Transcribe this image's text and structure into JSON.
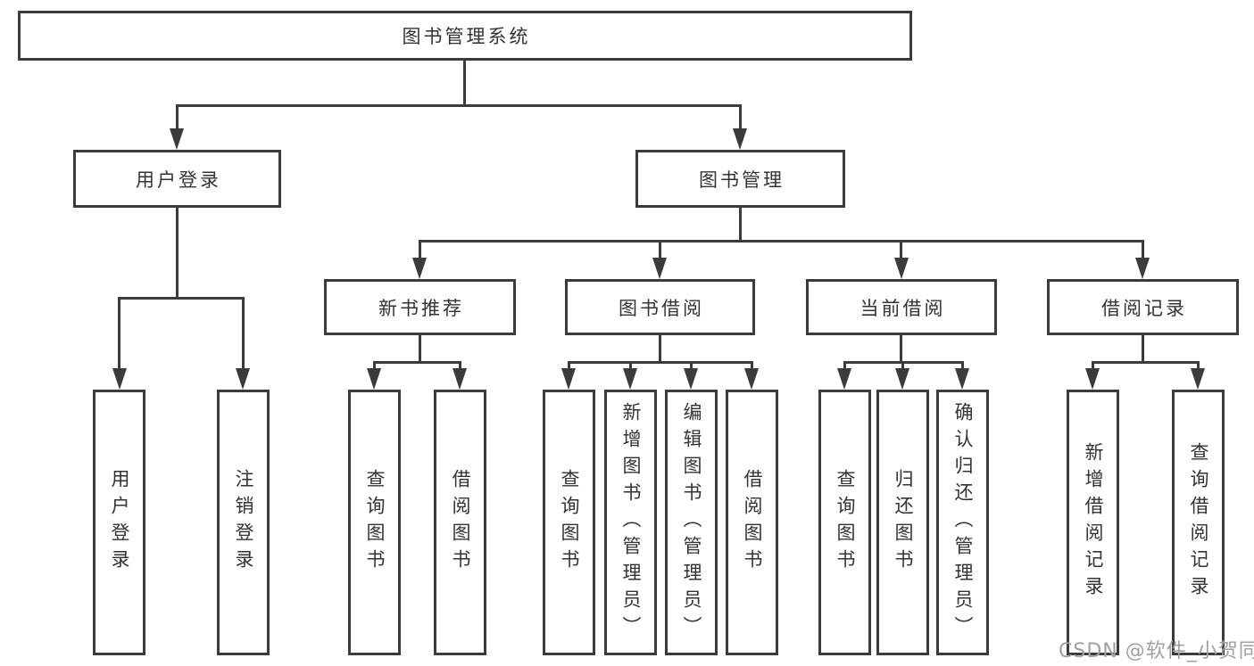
{
  "diagram": {
    "root": "图书管理系统",
    "branches": [
      {
        "label": "用户登录",
        "children": [
          {
            "label": "用户登录"
          },
          {
            "label": "注销登录"
          }
        ]
      },
      {
        "label": "图书管理",
        "children": [
          {
            "label": "新书推荐",
            "children": [
              {
                "label": "查询图书"
              },
              {
                "label": "借阅图书"
              }
            ]
          },
          {
            "label": "图书借阅",
            "children": [
              {
                "label": "查询图书"
              },
              {
                "label": "新增图书（管理员）"
              },
              {
                "label": "编辑图书（管理员）"
              },
              {
                "label": "借阅图书"
              }
            ]
          },
          {
            "label": "当前借阅",
            "children": [
              {
                "label": "查询图书"
              },
              {
                "label": "归还图书"
              },
              {
                "label": "确认归还（管理员）"
              }
            ]
          },
          {
            "label": "借阅记录",
            "children": [
              {
                "label": "新增借阅记录"
              },
              {
                "label": "查询借阅记录"
              }
            ]
          }
        ]
      }
    ]
  },
  "watermark": "CSDN @软件_小贺同学",
  "colors": {
    "line": "#3b3b3b",
    "text": "#333333",
    "watermark": "#a0a0a0",
    "background": "#ffffff"
  }
}
